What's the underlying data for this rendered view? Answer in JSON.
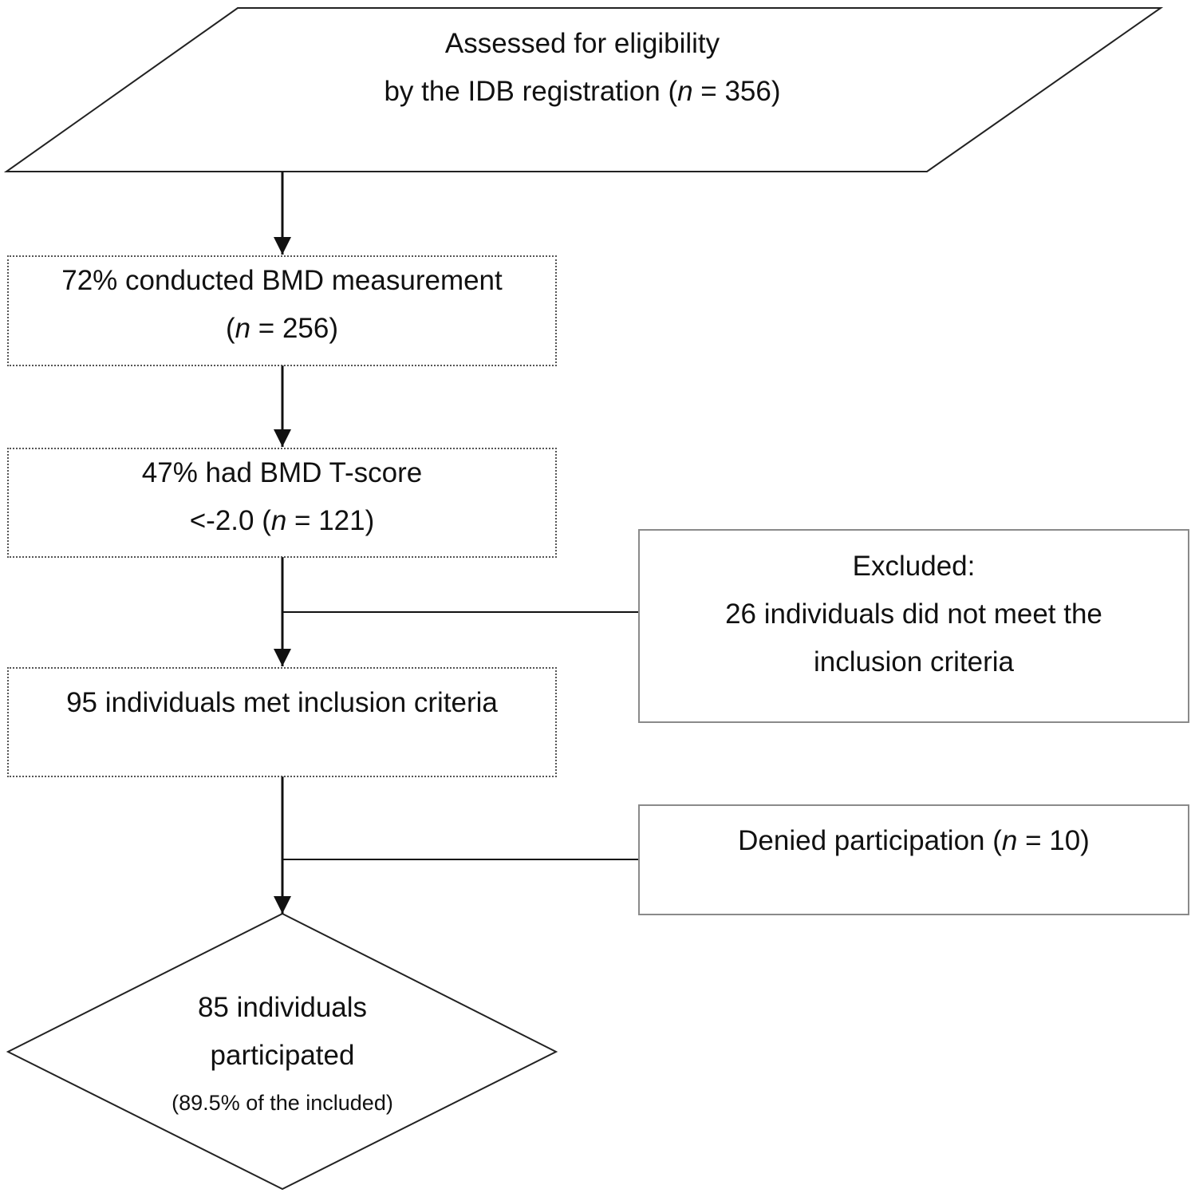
{
  "diagram": {
    "eligibility": {
      "line1": "Assessed for eligibility",
      "line2_pre": "by the IDB registration (",
      "n_var": "n",
      "line2_post": " = 356)"
    },
    "bmd_measured": {
      "line1": "72% conducted BMD measurement",
      "line2_pre": "(",
      "n_var": "n",
      "line2_post": " = 256)"
    },
    "tscore": {
      "line1": "47% had BMD T-score",
      "line2_pre": "<-2.0 (",
      "n_var": "n",
      "line2_post": " = 121)"
    },
    "excluded": {
      "line1": "Excluded:",
      "line2": "26 individuals did not meet the",
      "line3": "inclusion criteria"
    },
    "met_criteria": {
      "line1": "95 individuals met inclusion criteria"
    },
    "denied": {
      "line1_pre": "Denied participation (",
      "n_var": "n",
      "line1_post": " = 10)"
    },
    "participated": {
      "line1": "85 individuals",
      "line2": "participated",
      "line3": "(89.5% of the included)"
    }
  }
}
